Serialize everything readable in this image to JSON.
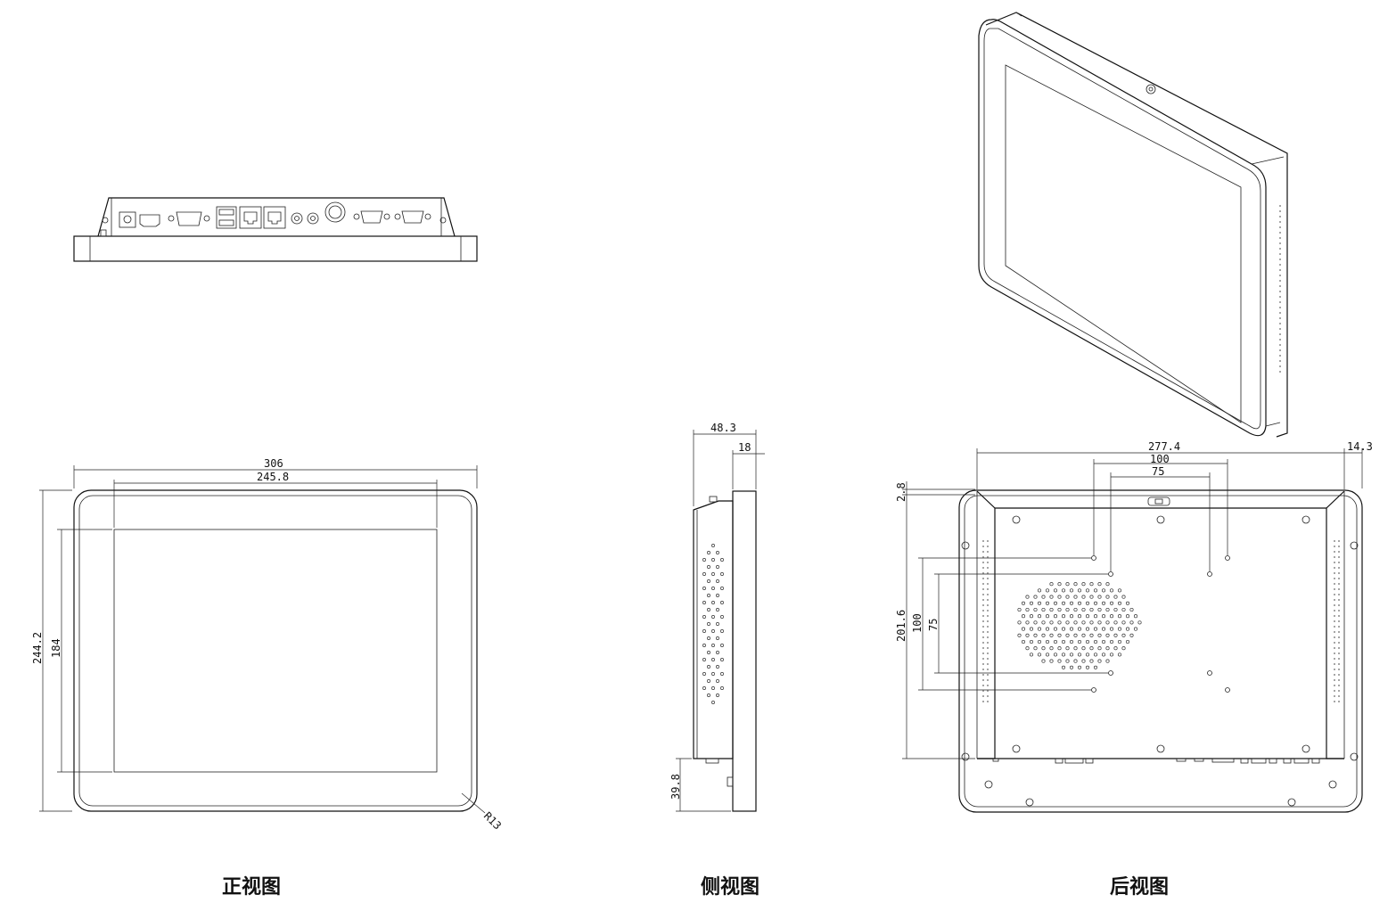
{
  "captions": {
    "front": "正视图",
    "side": "侧视图",
    "rear": "后视图"
  },
  "front_dims": {
    "outer_width": "306",
    "screen_width": "245.8",
    "outer_height": "244.2",
    "screen_height": "184",
    "corner_radius": "R13"
  },
  "side_dims": {
    "total_depth": "48.3",
    "bezel_depth": "18",
    "port_offset": "39.8"
  },
  "rear_dims": {
    "width": "277.4",
    "vesa_100": "100",
    "vesa_75": "75",
    "right_offset": "14.3",
    "top_offset": "2.8",
    "height": "201.6",
    "vesa_100_v": "100",
    "vesa_75_v": "75"
  }
}
